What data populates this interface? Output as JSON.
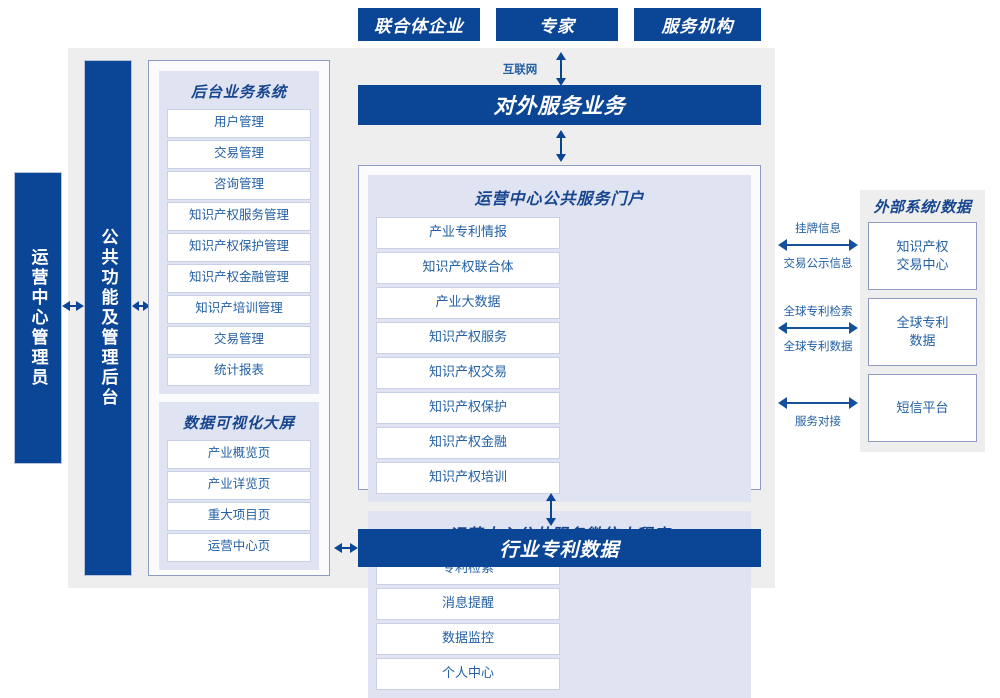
{
  "top_actors": [
    {
      "label": "联合体企业"
    },
    {
      "label": "专家"
    },
    {
      "label": "服务机构"
    }
  ],
  "internet_label": "互联网",
  "external_service_bar": "对外服务业务",
  "left_bars": [
    {
      "label": "运营中心管理员"
    },
    {
      "label": "公共功能及管理后台"
    }
  ],
  "backend_panel": {
    "groups": [
      {
        "title": "后台业务系统",
        "items": [
          "用户管理",
          "交易管理",
          "咨询管理",
          "知识产权服务管理",
          "知识产权保护管理",
          "知识产权金融管理",
          "知识产培训管理",
          "交易管理",
          "统计报表"
        ]
      },
      {
        "title": "数据可视化大屏",
        "items": [
          "产业概览页",
          "产业详览页",
          "重大项目页",
          "运营中心页"
        ]
      }
    ]
  },
  "center_panel": {
    "groups": [
      {
        "title": "运营中心公共服务门户",
        "items": [
          "产业专利情报",
          "知识产权联合体",
          "产业大数据",
          "知识产权服务",
          "知识产权交易",
          "知识产权保护",
          "知识产权金融",
          "知识产权培训"
        ]
      },
      {
        "title": "运营中心公共服务微信小程序",
        "items": [
          "专利检索",
          "消息提醒",
          "数据监控",
          "个人中心"
        ]
      }
    ]
  },
  "external_panel": {
    "title": "外部系统/数据",
    "boxes": [
      {
        "label": "知识产权\n交易中心"
      },
      {
        "label": "全球专利\n数据"
      },
      {
        "label": "短信平台"
      }
    ],
    "connectors": [
      {
        "above": "挂牌信息",
        "below": "交易公示信息"
      },
      {
        "above": "全球专利检索",
        "below": "全球专利数据"
      },
      {
        "above": "",
        "below": "服务对接"
      }
    ]
  },
  "bottom_bar": "行业专利数据",
  "colors": {
    "navy": "#0b4596",
    "panel_bg": "#eeeeee",
    "group_bg": "#dfe3f2",
    "text_blue": "#2360a4",
    "title_blue": "#17468f",
    "border": "#8e9bc4"
  }
}
